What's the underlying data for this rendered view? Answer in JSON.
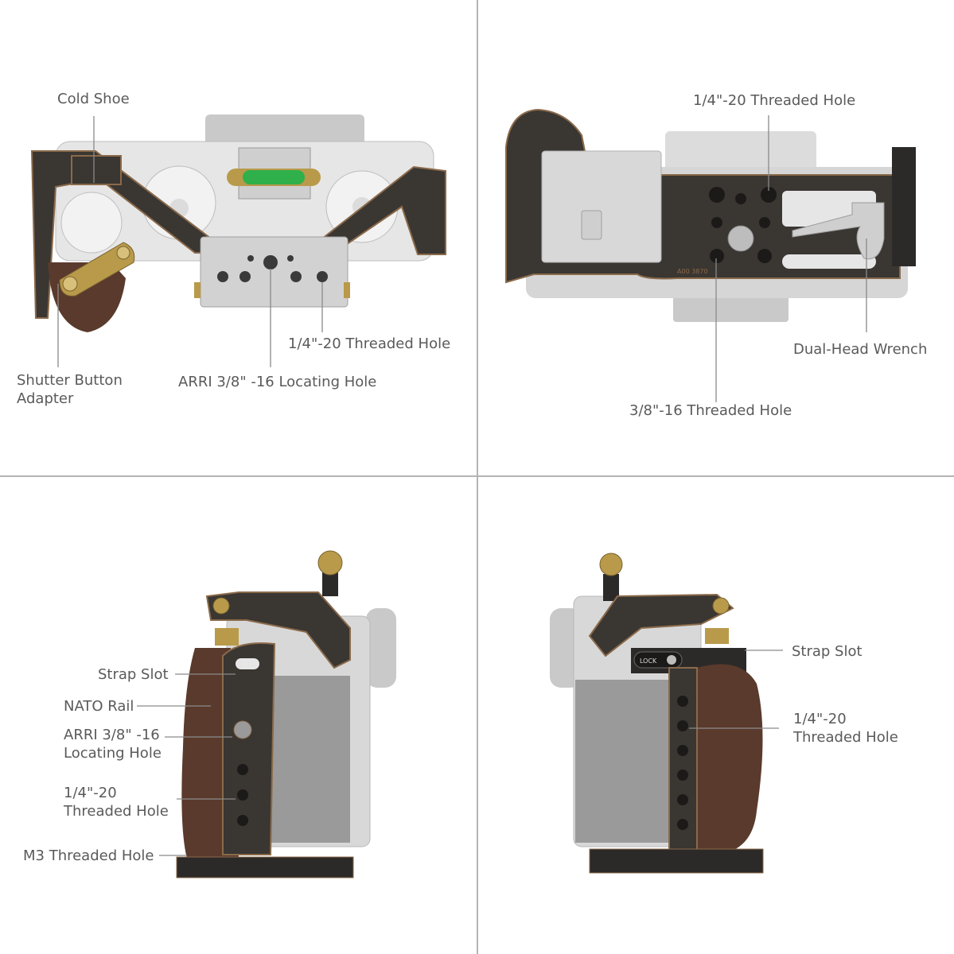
{
  "panels": {
    "top_view": {
      "labels": {
        "cold_shoe": "Cold Shoe",
        "threaded_hole_quarter": "1/4\"-20 Threaded Hole",
        "shutter_adapter_line1": "Shutter Button",
        "shutter_adapter_line2": "Adapter",
        "arri_locating_hole": "ARRI 3/8\" -16 Locating Hole"
      }
    },
    "bottom_view": {
      "labels": {
        "threaded_hole_quarter": "1/4\"-20 Threaded Hole",
        "dual_head_wrench": "Dual-Head Wrench",
        "threaded_hole_three_eighths": "3/8\"-16 Threaded Hole"
      },
      "engraving": "A00 3870"
    },
    "left_view": {
      "labels": {
        "strap_slot": "Strap Slot",
        "nato_rail": "NATO Rail",
        "arri_line1": "ARRI 3/8\" -16",
        "arri_line2": "Locating Hole",
        "threaded_line1": "1/4\"-20",
        "threaded_line2": "Threaded Hole",
        "m3_threaded_hole": "M3 Threaded Hole"
      }
    },
    "right_view": {
      "labels": {
        "strap_slot": "Strap Slot",
        "threaded_line1": "1/4\"-20",
        "threaded_line2": "Threaded Hole"
      },
      "lock_text": "LOCK"
    }
  },
  "colors": {
    "background": "#ffffff",
    "divider": "#b4b4b4",
    "label_text": "#5a5a5a",
    "cage_metal": "#3a3632",
    "cage_edge": "#8a6a4a",
    "wood_grip": "#5a3a2c",
    "camera_silver": "#d8d8d8",
    "camera_body_gray": "#9a9a9a",
    "brass": "#b89a4a",
    "level_green": "#2fb04a"
  }
}
